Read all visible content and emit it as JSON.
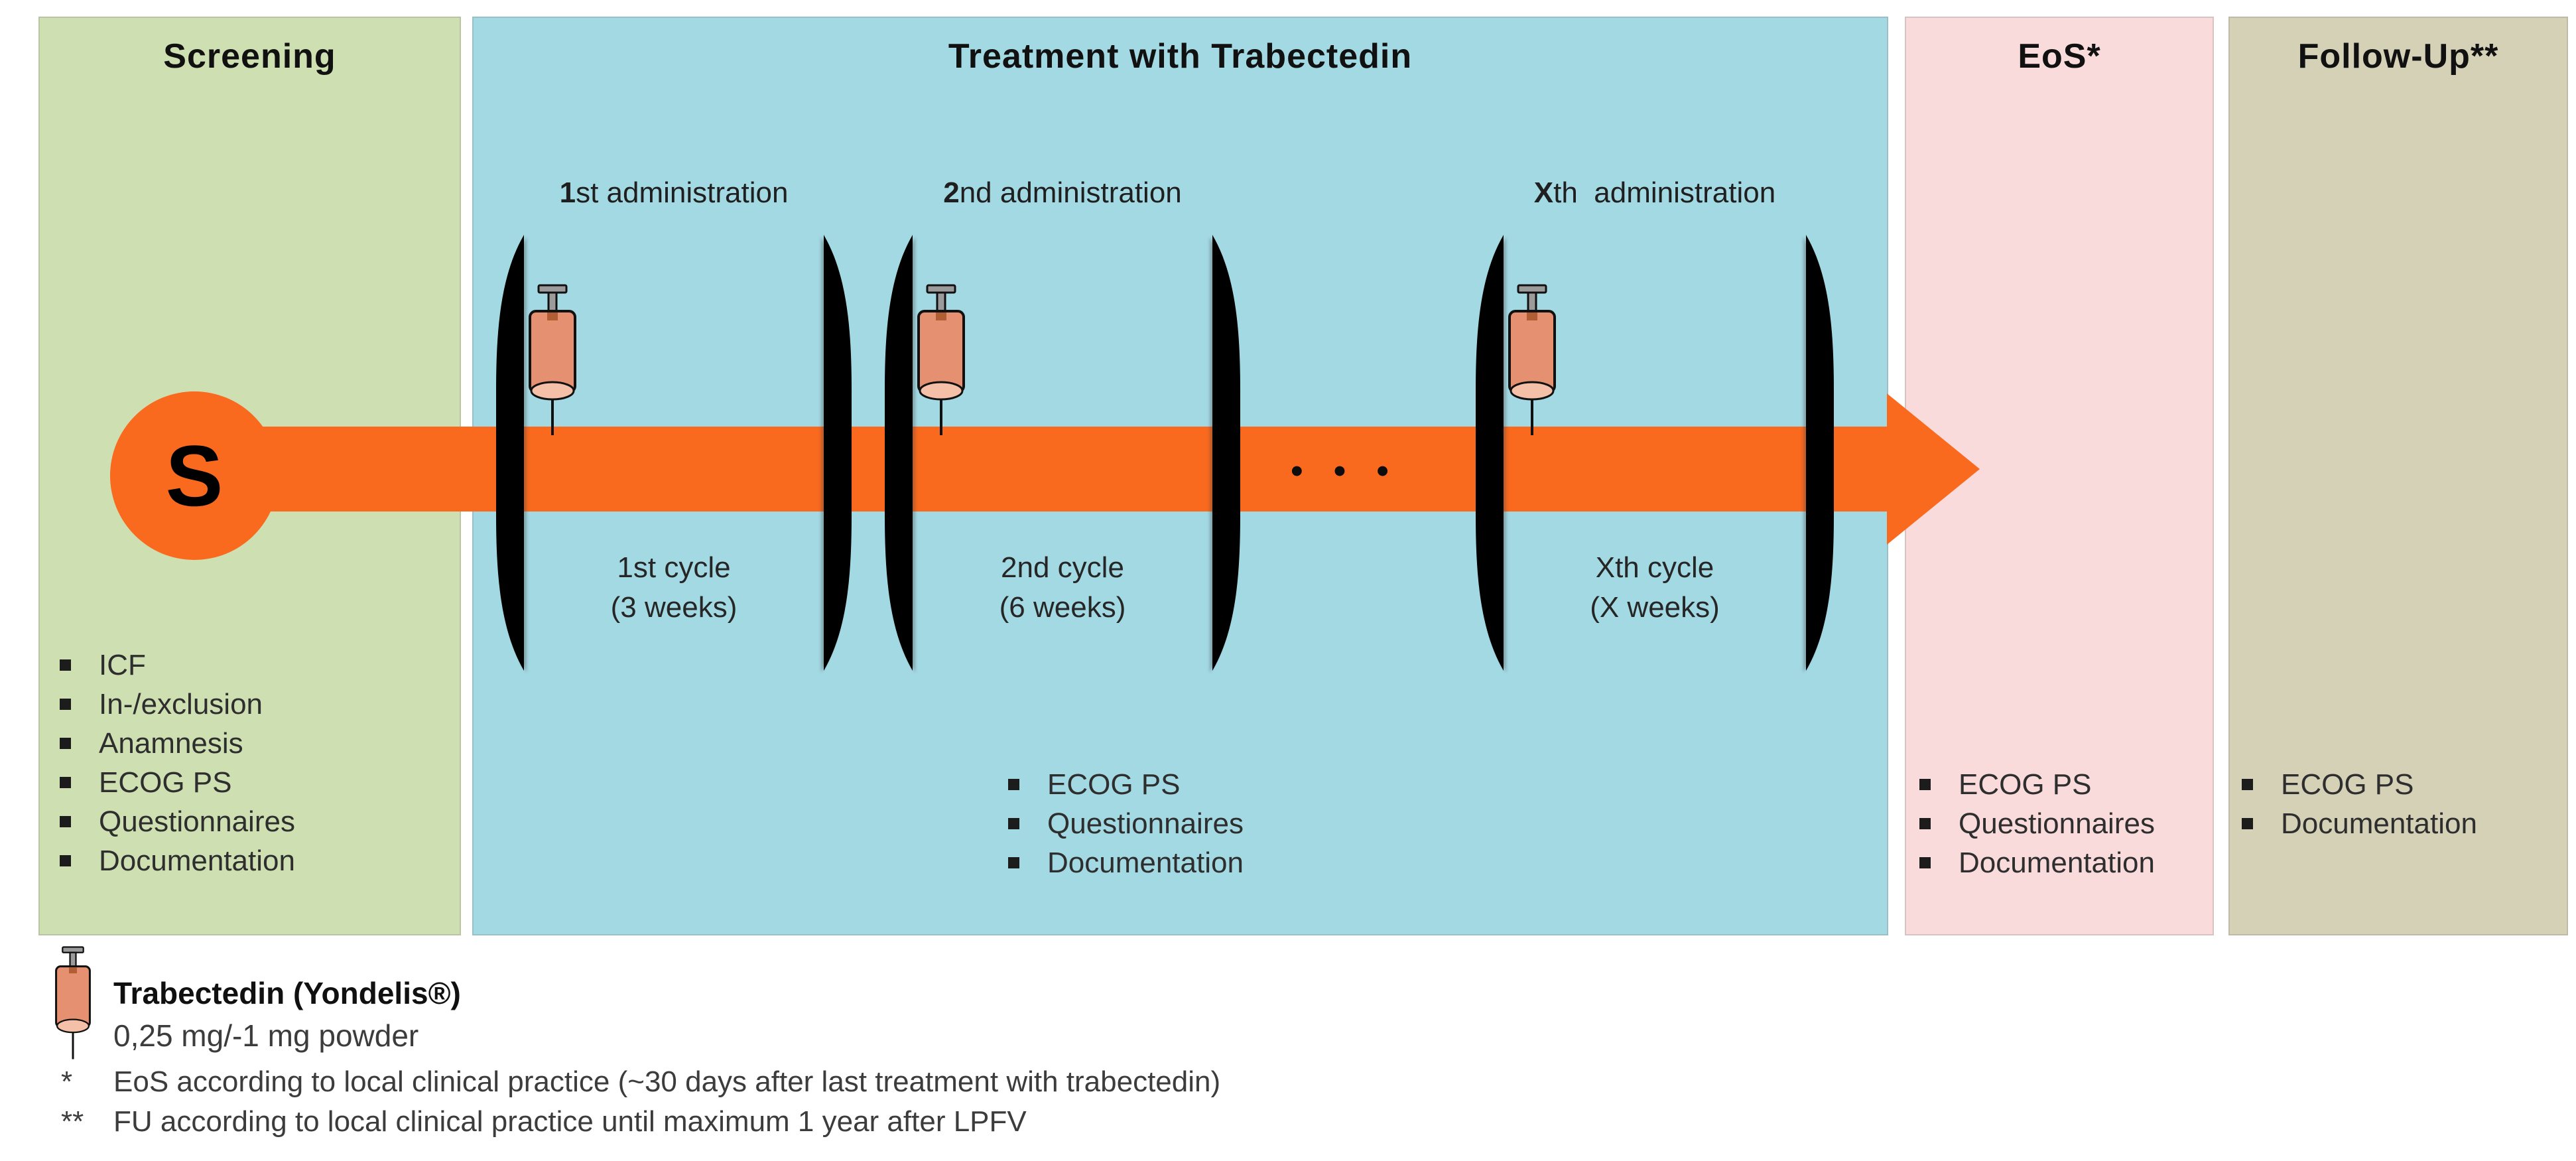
{
  "colors": {
    "screening_bg": "#CEDFB1",
    "treatment_bg": "#A3D9E3",
    "eos_bg": "#FADBDC",
    "followup_bg": "#D5D1B7",
    "arrow_orange": "#F9691E",
    "paren_gray": "#878078",
    "syringe_body": "#E59070",
    "syringe_base": "#F4C0A8"
  },
  "icons": {
    "syringe": "syringe-icon",
    "bullet": "bullet-square-icon",
    "arrow": "timeline-arrow"
  },
  "panels": {
    "screening": {
      "title": "Screening",
      "items": [
        "ICF",
        "In-/exclusion",
        "Anamnesis",
        "ECOG PS",
        "Questionnaires",
        "Documentation"
      ]
    },
    "treatment": {
      "title": "Treatment with Trabectedin",
      "items": [
        "ECOG PS",
        "Questionnaires",
        "Documentation"
      ]
    },
    "eos": {
      "title": "EoS*",
      "items": [
        "ECOG PS",
        "Questionnaires",
        "Documentation"
      ]
    },
    "followup": {
      "title": "Follow-Up**",
      "items": [
        "ECOG PS",
        "Documentation"
      ]
    }
  },
  "timeline": {
    "start_label": "S",
    "ellipsis": "• • •",
    "groups": [
      {
        "admin_bold": "1",
        "admin_rest": "st administration",
        "cycle_line1": "1st cycle",
        "cycle_line2": "(3 weeks)"
      },
      {
        "admin_bold": "2",
        "admin_rest": "nd administration",
        "cycle_line1": "2nd cycle",
        "cycle_line2": "(6 weeks)"
      },
      {
        "admin_bold": "X",
        "admin_rest": "th  administration",
        "cycle_line1": "Xth cycle",
        "cycle_line2": "(X weeks)"
      }
    ]
  },
  "legend": {
    "syringe_title": "Trabectedin (Yondelis®)",
    "syringe_subtitle": "0,25 mg/-1 mg powder",
    "footnotes": [
      {
        "marker": "*",
        "text": "EoS according to local clinical practice (~30 days after last treatment with trabectedin)"
      },
      {
        "marker": "**",
        "text": "FU according to local clinical practice until maximum 1 year after LPFV"
      }
    ]
  }
}
